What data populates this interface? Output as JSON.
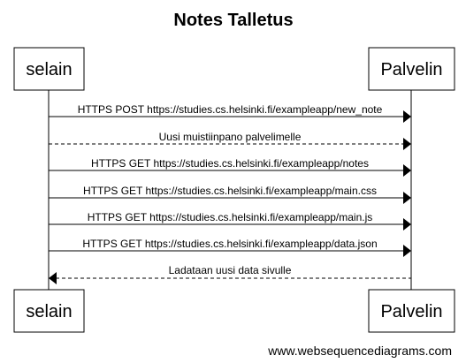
{
  "diagram": {
    "title": "Notes Talletus",
    "participants": {
      "left": "selain",
      "right": "Palvelin"
    },
    "messages": [
      {
        "label": "HTTPS POST https://studies.cs.helsinki.fi/exampleapp/new_note",
        "direction": "right",
        "style": "solid"
      },
      {
        "label": "Uusi muistiinpano palvelimelle",
        "direction": "right",
        "style": "dashed"
      },
      {
        "label": "HTTPS GET https://studies.cs.helsinki.fi/exampleapp/notes",
        "direction": "right",
        "style": "solid"
      },
      {
        "label": "HTTPS GET https://studies.cs.helsinki.fi/exampleapp/main.css",
        "direction": "right",
        "style": "solid"
      },
      {
        "label": "HTTPS GET https://studies.cs.helsinki.fi/exampleapp/main.js",
        "direction": "right",
        "style": "solid"
      },
      {
        "label": "HTTPS GET https://studies.cs.helsinki.fi/exampleapp/data.json",
        "direction": "right",
        "style": "solid"
      },
      {
        "label": "Ladataan uusi data sivulle",
        "direction": "left",
        "style": "dashed"
      }
    ],
    "watermark": "www.websequencediagrams.com"
  }
}
